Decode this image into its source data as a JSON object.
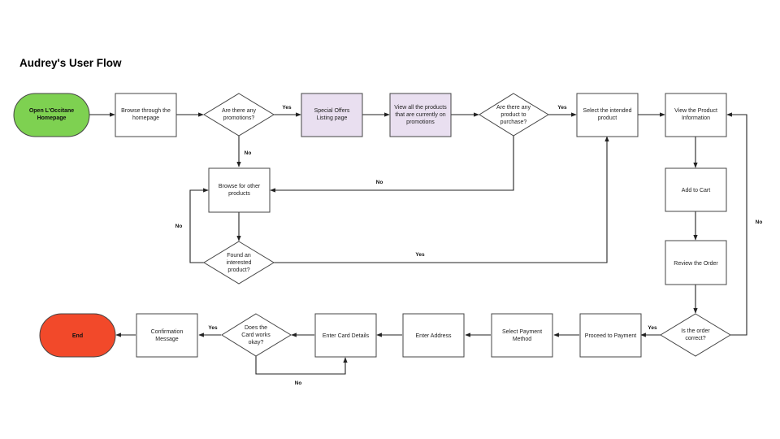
{
  "title": "Audrey's User Flow",
  "colors": {
    "start": "#7ed151",
    "end": "#f2492a",
    "highlight": "#e9dff0",
    "box": "#ffffff",
    "stroke": "#444444",
    "line": "#222222"
  },
  "nodes": {
    "open": [
      "Open L'Occitane",
      "Homepage"
    ],
    "browse_home": [
      "Browse through the",
      "homepage"
    ],
    "promotions_q": [
      "Are there any",
      "promotions?"
    ],
    "special_offers": [
      "Special Offers",
      "Listing page"
    ],
    "view_promos": [
      "View all the products",
      "that are currently on",
      "promotions"
    ],
    "purchase_q": [
      "Are there any",
      "product to",
      "purchase?"
    ],
    "select_product": [
      "Select the intended",
      "product"
    ],
    "view_info": [
      "View the Product",
      "Information"
    ],
    "browse_other": [
      "Browse for other",
      "products"
    ],
    "found_q": [
      "Found an",
      "interested",
      "product?"
    ],
    "add_cart": [
      "Add to Cart"
    ],
    "review_order": [
      "Review the Order"
    ],
    "order_q": [
      "Is the order",
      "correct?"
    ],
    "proceed_payment": [
      "Proceed to Payment"
    ],
    "select_payment": [
      "Select Payment",
      "Method"
    ],
    "enter_address": [
      "Enter Address"
    ],
    "enter_card": [
      "Enter Card Details"
    ],
    "card_q": [
      "Does the",
      "Card works",
      "okay?"
    ],
    "confirmation": [
      "Confirmation",
      "Message"
    ],
    "end": [
      "End"
    ]
  },
  "edge_labels": {
    "promotions_yes": "Yes",
    "promotions_no": "No",
    "purchase_yes": "Yes",
    "purchase_no": "No",
    "found_no": "No",
    "found_yes": "Yes",
    "order_no": "No",
    "order_yes": "Yes",
    "card_yes": "Yes",
    "card_no": "No"
  }
}
